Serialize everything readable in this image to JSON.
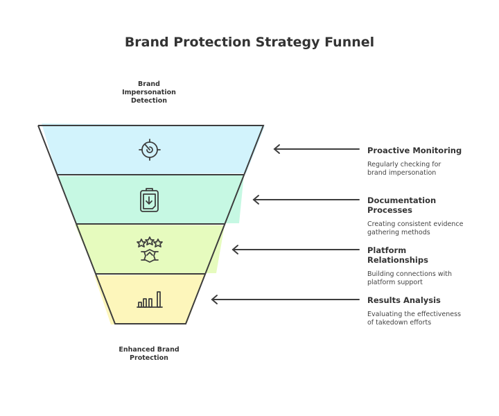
{
  "title": "Brand Protection Strategy Funnel",
  "top_label": "Brand Impersonation Detection",
  "bottom_label": "Enhanced Brand Protection",
  "stages": [
    {
      "title": "Proactive Monitoring",
      "description": "Regularly checking for brand impersonation",
      "icon": "radar-icon",
      "color": "#d2f3fc"
    },
    {
      "title": "Documentation Processes",
      "description": "Creating consistent evidence gathering methods",
      "icon": "clipboard-download-icon",
      "color": "#c6f8e3"
    },
    {
      "title": "Platform Relationships",
      "description": "Building connections with platform support",
      "icon": "stars-handshake-icon",
      "color": "#e6fbbe"
    },
    {
      "title": "Results Analysis",
      "description": "Evaluating the effectiveness of takedown efforts",
      "icon": "bar-chart-icon",
      "color": "#fdf6bb"
    }
  ]
}
